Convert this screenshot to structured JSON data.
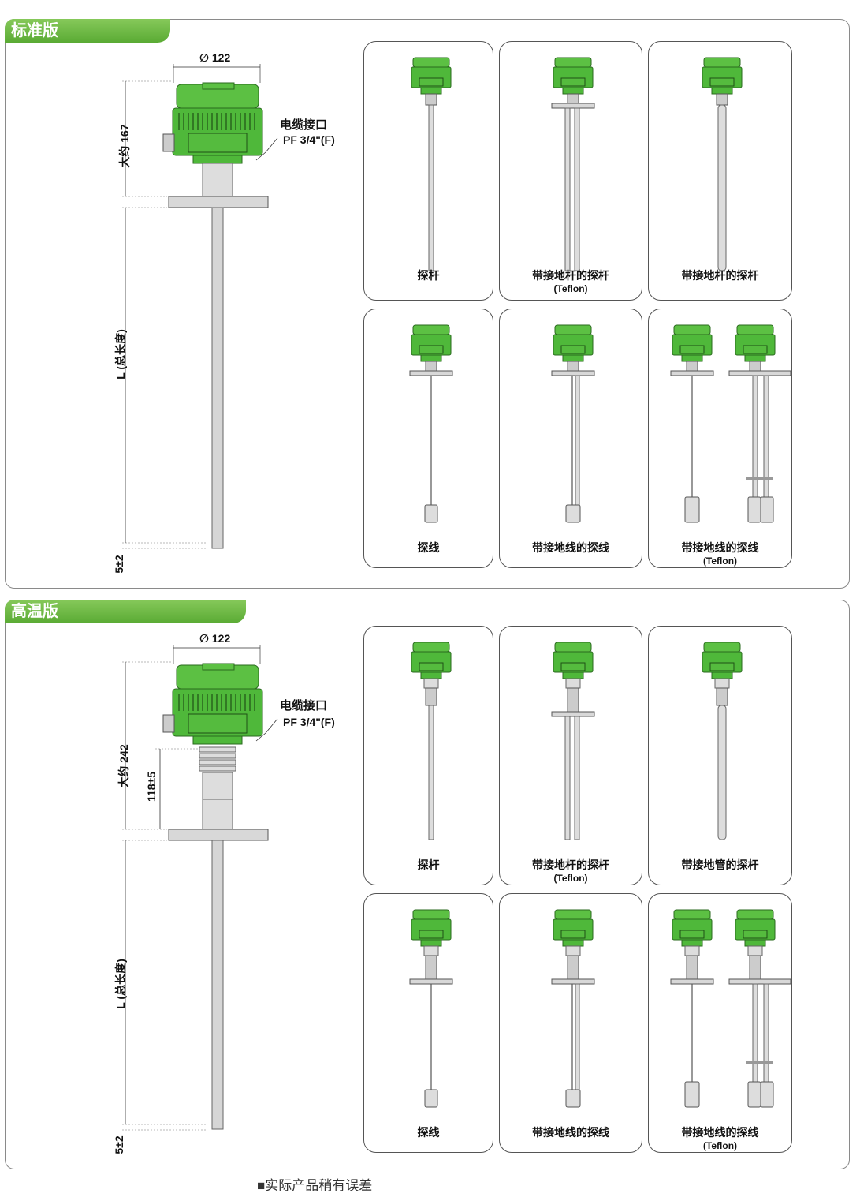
{
  "sections": [
    {
      "title": "标准版",
      "diameter_label": "∅ 122",
      "cable_label": "电缆接口",
      "cable_spec": "PF 3/4\"(F)",
      "height_label": "大约 167",
      "length_label": "L (总长度)",
      "tolerance_label": "5±2",
      "cards": [
        {
          "caption": "探杆",
          "sub": ""
        },
        {
          "caption": "带接地杆的探杆",
          "sub": "(Teflon)"
        },
        {
          "caption": "带接地杆的探杆",
          "sub": ""
        },
        {
          "caption": "探线",
          "sub": ""
        },
        {
          "caption": "带接地线的探线",
          "sub": ""
        },
        {
          "caption": "带接地线的探线",
          "sub": "(Teflon)"
        }
      ]
    },
    {
      "title": "高温版",
      "diameter_label": "∅ 122",
      "cable_label": "电缆接口",
      "cable_spec": "PF 3/4\"(F)",
      "height_label": "大约 242",
      "inner_label": "118±5",
      "length_label": "L (总长度)",
      "tolerance_label": "5±2",
      "cards": [
        {
          "caption": "探杆",
          "sub": ""
        },
        {
          "caption": "带接地杆的探杆",
          "sub": "(Teflon)"
        },
        {
          "caption": "带接地管的探杆",
          "sub": ""
        },
        {
          "caption": "探线",
          "sub": ""
        },
        {
          "caption": "带接地线的探线",
          "sub": ""
        },
        {
          "caption": "带接地线的探线",
          "sub": "(Teflon)"
        }
      ]
    }
  ],
  "footer": "■实际产品稍有误差",
  "colors": {
    "green": "#4fb83a",
    "green_dark": "#2f7d24",
    "tab": "#6cbc45",
    "metal": "#d4d4d4"
  }
}
